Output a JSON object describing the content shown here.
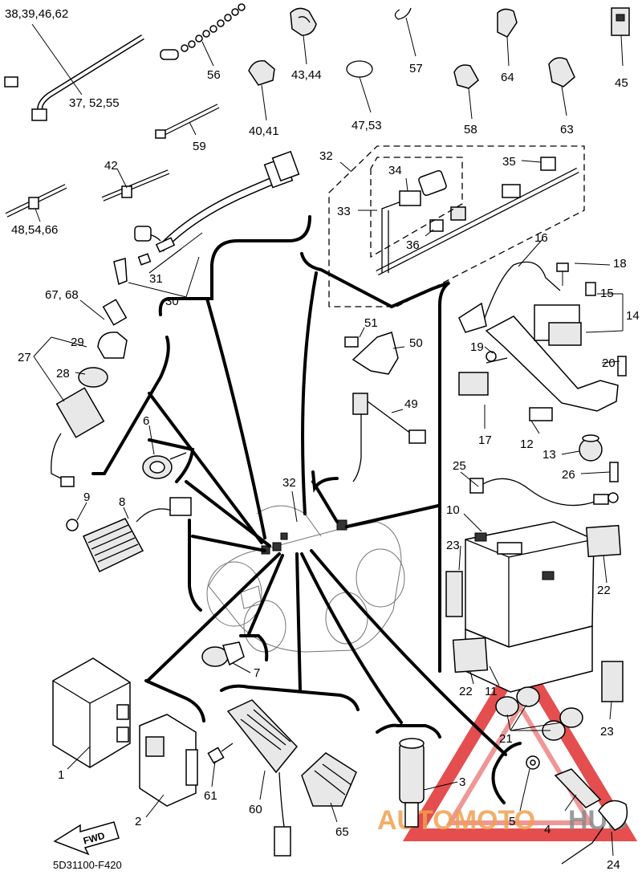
{
  "diagram": {
    "code": "5D31100-F420",
    "fwd": "FWD",
    "watermark": {
      "word_a": "AUTOMOTO",
      "word_b": "HUB",
      "color_a": "#f0a050",
      "color_b": "#8a8a8a",
      "triangle_color": "#e03030"
    },
    "callouts": {
      "c1": "1",
      "c2": "2",
      "c3": "3",
      "c4": "4",
      "c5": "5",
      "c6": "6",
      "c7": "7",
      "c8": "8",
      "c9": "9",
      "c10": "10",
      "c11": "11",
      "c12": "12",
      "c13": "13",
      "c14": "14",
      "c15": "15",
      "c16": "16",
      "c17": "17",
      "c18": "18",
      "c19": "19",
      "c20": "20",
      "c21": "21",
      "c22a": "22",
      "c22b": "22",
      "c23a": "23",
      "c23b": "23",
      "c24": "24",
      "c25": "25",
      "c26": "26",
      "c27": "27",
      "c28": "28",
      "c29": "29",
      "c30": "30",
      "c31": "31",
      "c32a": "32",
      "c32b": "32",
      "c33": "33",
      "c34": "34",
      "c35": "35",
      "c36": "36",
      "c37": "37, 52,55",
      "c38": "38,39,46,62",
      "c40": "40,41",
      "c42": "42",
      "c43": "43,44",
      "c45": "45",
      "c47": "47,53",
      "c48": "48,54,66",
      "c49": "49",
      "c50": "50",
      "c51": "51",
      "c56": "56",
      "c57": "57",
      "c58": "58",
      "c59": "59",
      "c60": "60",
      "c61": "61",
      "c63": "63",
      "c64": "64",
      "c65": "65",
      "c67": "67, 68"
    }
  }
}
